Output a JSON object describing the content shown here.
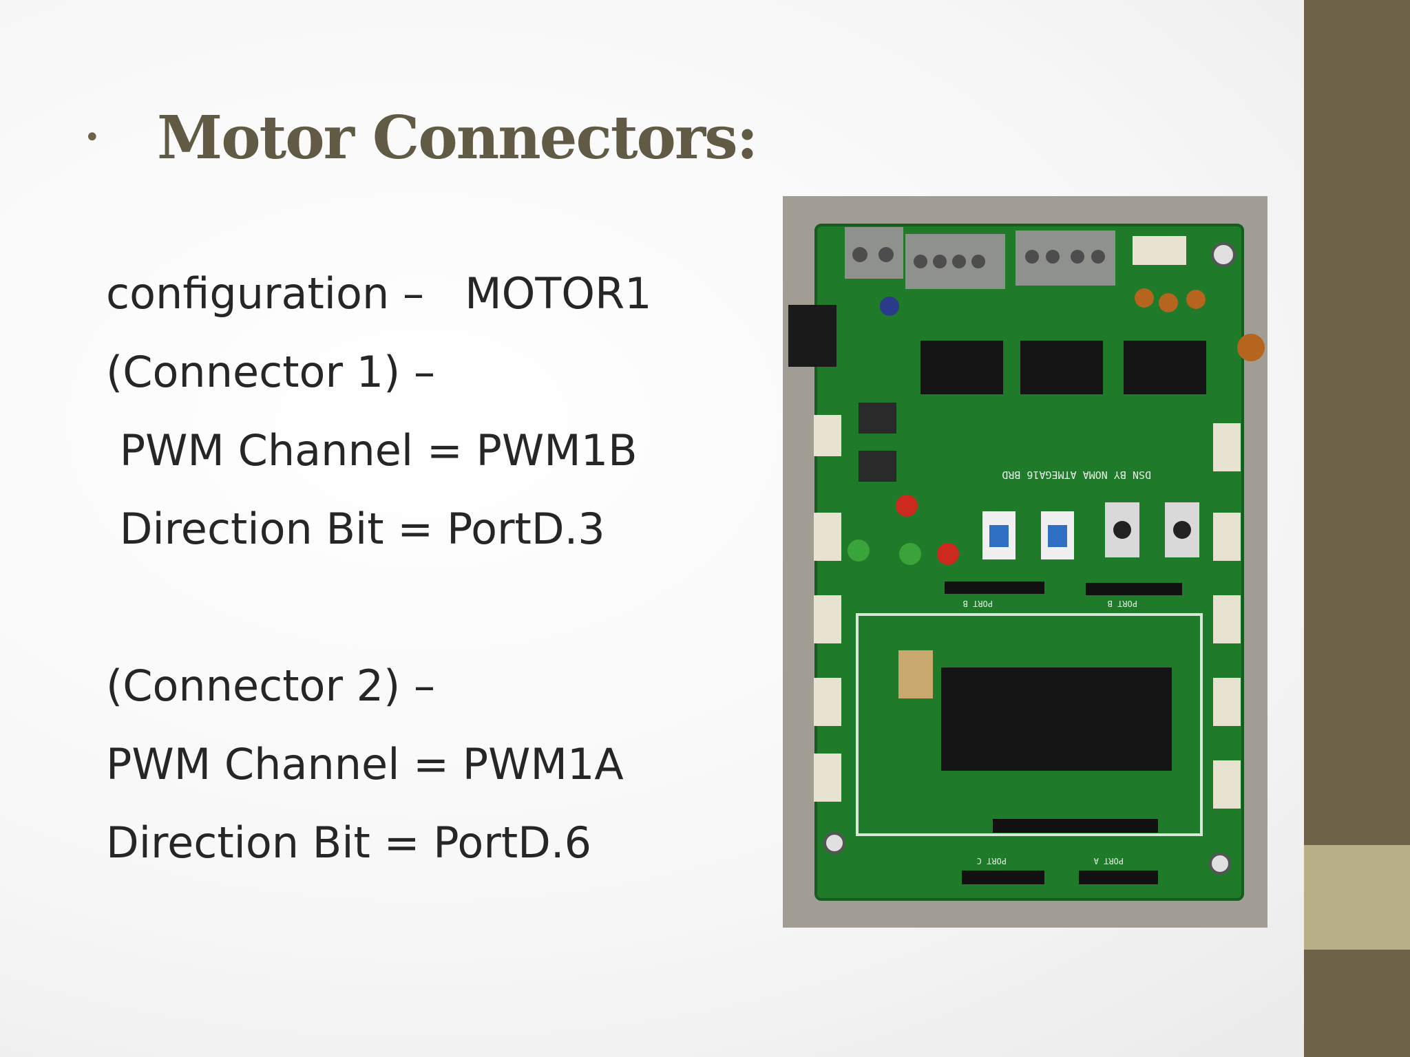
{
  "slide": {
    "bullet": "•",
    "title": "Motor Connectors:",
    "lines": [
      "configuration –   MOTOR1",
      "(Connector 1) –",
      " PWM Channel = PWM1B",
      " Direction Bit = PortD.3",
      "(Connector 2) –",
      "PWM Channel = PWM1A",
      "Direction Bit = PortD.6"
    ]
  },
  "photo": {
    "board_label": "DSN BY NOMA ATMEGA16 BRD",
    "port_labels": [
      "PORT B",
      "PORT B",
      "PORT C",
      "PORT A"
    ]
  },
  "colors": {
    "accent_bar": "#6e6248",
    "accent_highlight": "#b9b08a",
    "title": "#615a44",
    "pcb_green": "#1f7a2a"
  }
}
